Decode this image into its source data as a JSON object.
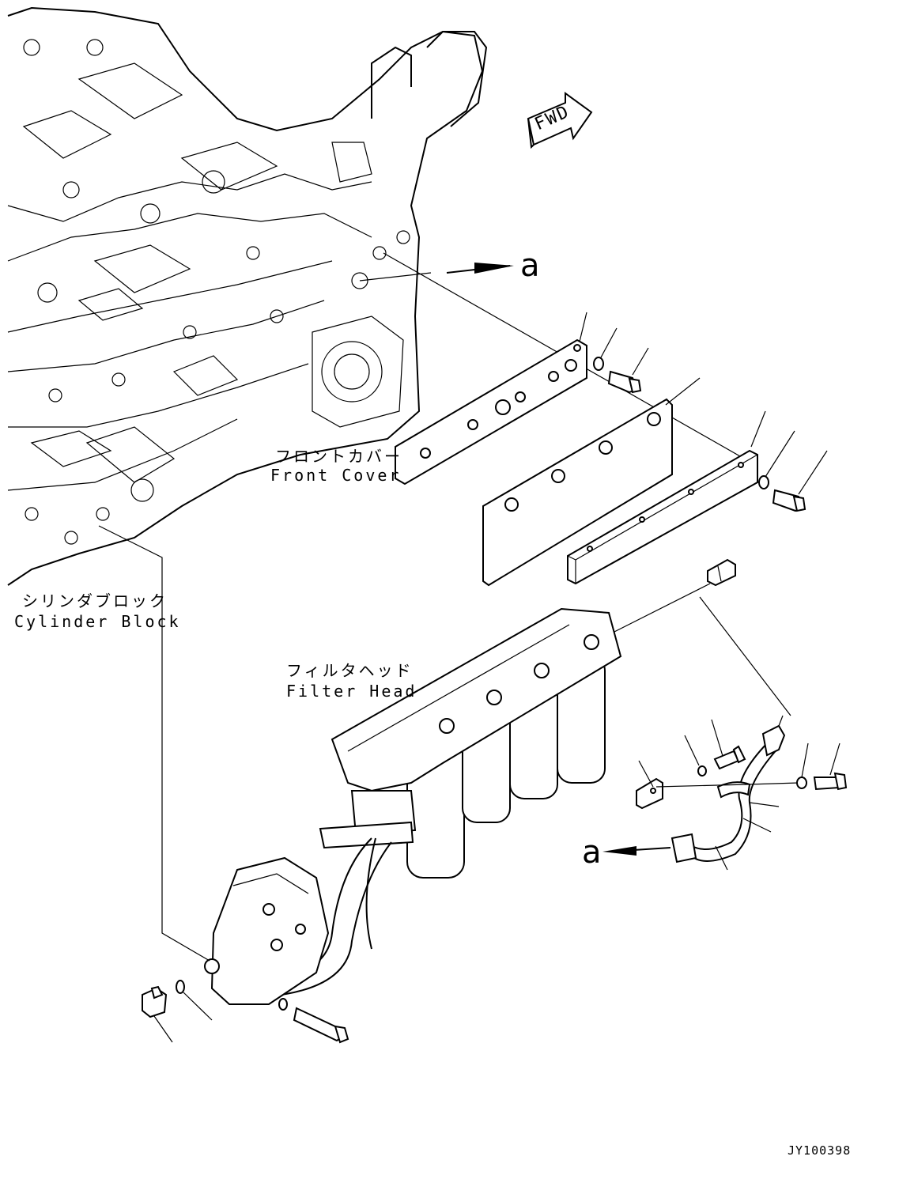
{
  "labels": {
    "fwd": "FWD",
    "front_cover_jp": "フロントカバー",
    "front_cover_en": "Front Cover",
    "cylinder_block_jp": "シリンダブロック",
    "cylinder_block_en": "Cylinder Block",
    "filter_head_jp": "フィルタヘッド",
    "filter_head_en": "Filter Head",
    "callout_a_top": "a",
    "callout_a_bottom": "a",
    "doc_id": "JY100398"
  }
}
